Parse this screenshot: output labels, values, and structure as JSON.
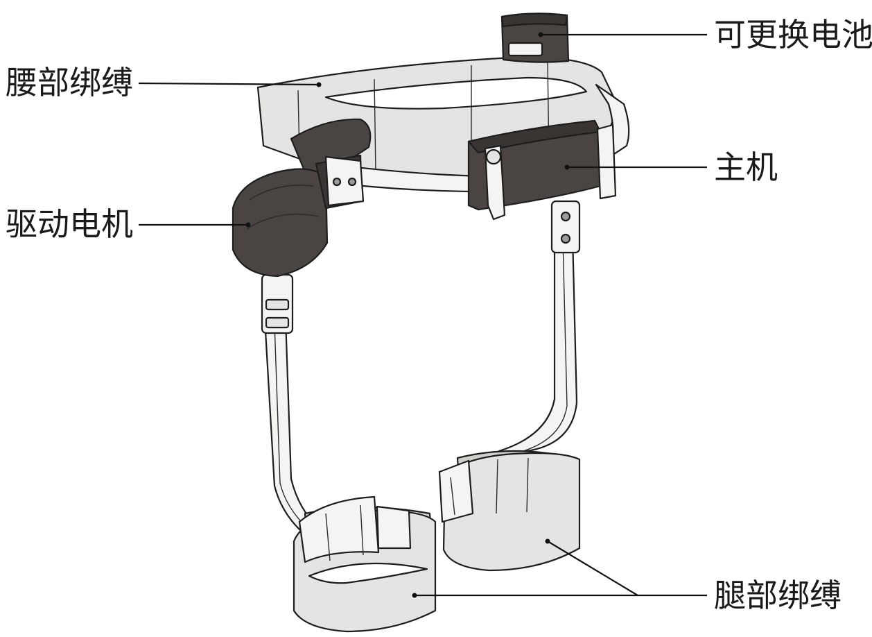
{
  "labels": {
    "battery": "可更换电池",
    "waist_strap": "腰部绑缚",
    "main_unit": "主机",
    "drive_motor": "驱动电机",
    "leg_strap": "腿部绑缚"
  },
  "colors": {
    "strap_fill": "#e4e4e2",
    "strap_shade": "#cfcfcc",
    "dark_part": "#4a4543",
    "dark_part_shade": "#3a3533",
    "metal": "#f4f4f2",
    "line": "#111111",
    "background": "#ffffff"
  }
}
